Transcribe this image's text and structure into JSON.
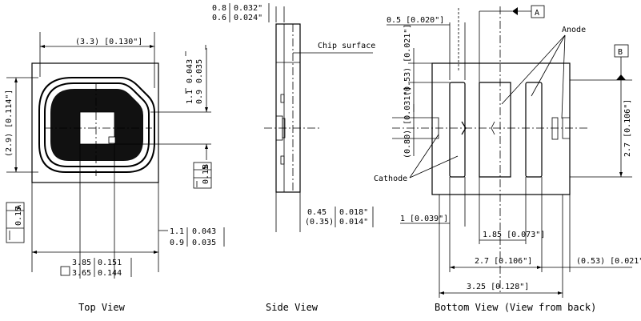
{
  "views": {
    "top": "Top View",
    "side": "Side View",
    "bottom": "Bottom View (View from back)"
  },
  "top_view": {
    "width_top": "(3.3) [0.130\"]",
    "height_left": "(2.9) [0.114\"]",
    "right_top_nom": "1.1",
    "right_top_nom_in": "0.043",
    "right_top_min": "0.9",
    "right_top_min_in": "0.035",
    "bottom_right_nom": "1.1",
    "bottom_right_nom_in": "0.043",
    "bottom_right_min": "0.9",
    "bottom_right_min_in": "0.035",
    "width_bottom_nom": "3.85",
    "width_bottom_nom_in": "0.151",
    "width_bottom_min": "3.65",
    "width_bottom_min_in": "0.144",
    "tol_b": "0.15",
    "datum_b": "B",
    "tol_a": "0.15",
    "datum_a": "A"
  },
  "side_view": {
    "top_nom": "0.8",
    "top_nom_in": "0.032\"",
    "top_min": "0.6",
    "top_min_in": "0.024\"",
    "chip_surface": "Chip surface",
    "bottom_nom": "0.45",
    "bottom_nom_in": "0.018\"",
    "bottom_min": "(0.35)",
    "bottom_min_in": "0.014\""
  },
  "bottom_view": {
    "dim_top": "0.5 [0.020\"]",
    "datum_a": "A",
    "datum_b": "B",
    "anode": "Anode",
    "cathode": "Cathode",
    "left_053": "(0.53) [0.021\"]",
    "left_080": "(0.80) [0.031\"]",
    "right_27": "2.7 [0.106\"]",
    "dim_1": "1 [0.039\"]",
    "dim_185": "1.85 [0.073\"]",
    "dim_27": "2.7 [0.106\"]",
    "dim_053": "(0.53) [0.021\"]",
    "dim_325": "3.25 [0.128\"]"
  }
}
